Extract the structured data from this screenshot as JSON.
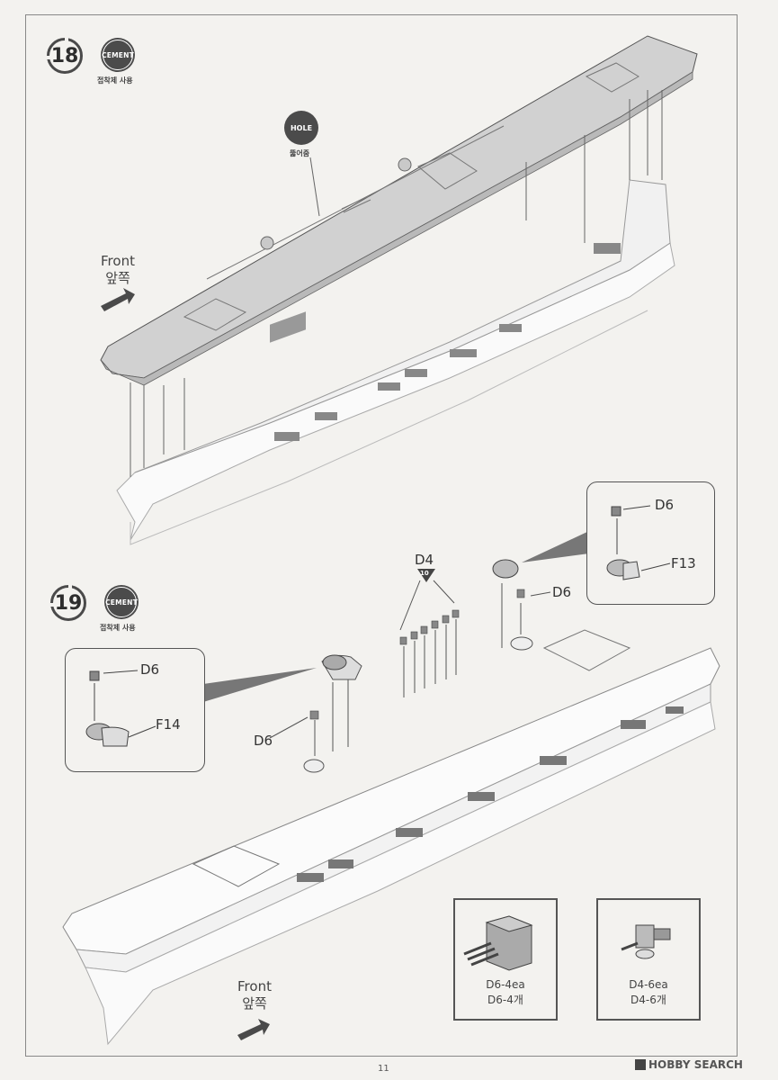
{
  "step18": {
    "number": "18",
    "cement_badge": "CEMENT",
    "cement_caption": "접착제 사용",
    "hole_badge": "HOLE",
    "hole_caption": "뚫어줌",
    "front_en": "Front",
    "front_ko": "앞쪽"
  },
  "step19": {
    "number": "19",
    "cement_badge": "CEMENT",
    "cement_caption": "접착제 사용",
    "labels": {
      "d4": "D4",
      "d4_qty": "10",
      "d6_top_inset": "D6",
      "f13": "F13",
      "d6_right": "D6",
      "d6_left_inset": "D6",
      "f14": "F14",
      "d6_left": "D6"
    },
    "front_en": "Front",
    "front_ko": "앞쪽",
    "part_boxes": [
      {
        "line1": "D6-4ea",
        "line2": "D6-4개"
      },
      {
        "line1": "D4-6ea",
        "line2": "D4-6개"
      }
    ]
  },
  "footer": {
    "page_number": "11",
    "watermark": "HOBBY SEARCH"
  }
}
